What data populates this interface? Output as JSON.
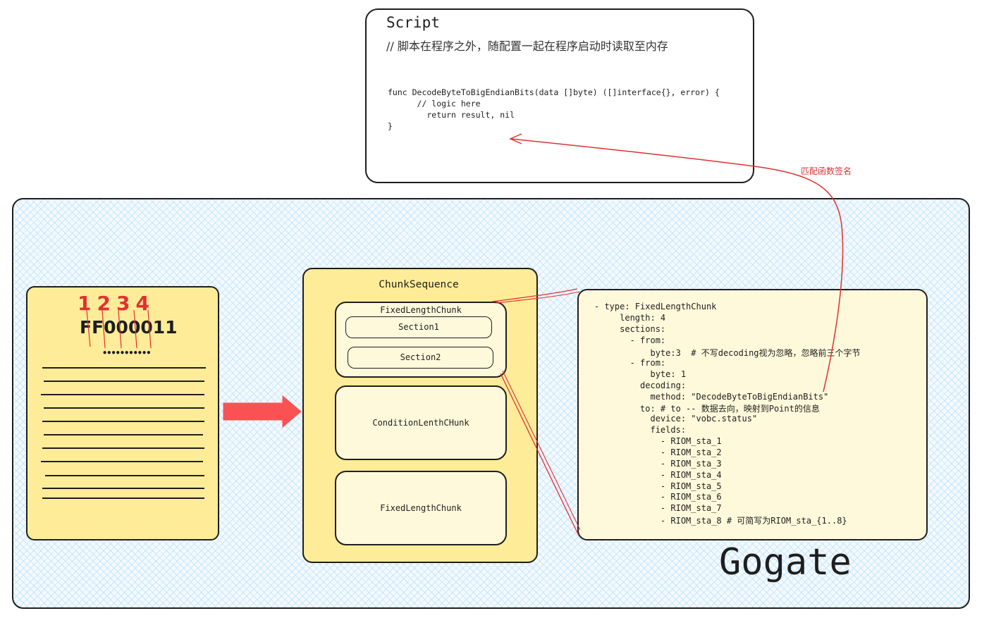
{
  "script": {
    "title": "Script",
    "comment": "// 脚本在程序之外，随配置一起在程序启动时读取至内存",
    "code": [
      "func DecodeByteToBigEndianBits(data []byte) ([]interface{}, error) {",
      "      // logic here",
      "        return result, nil",
      "}"
    ]
  },
  "connector_label": "匹配函数签名",
  "gogate": {
    "label": "Gogate"
  },
  "document": {
    "numbers": "1234",
    "hex": "FF000011",
    "dots": "•••••••••••"
  },
  "chunk_sequence": {
    "title": "ChunkSequence",
    "chunks": [
      {
        "label": "FixedLengthChunk",
        "sections": [
          "Section1",
          "Section2"
        ]
      },
      {
        "label": "ConditionLenthCHunk"
      },
      {
        "label": "FixedLengthChunk"
      }
    ]
  },
  "yaml_lines": [
    "- type: FixedLengthChunk",
    "     length: 4",
    "     sections:",
    "       - from:",
    "           byte:3  # 不写decoding视为忽略，忽略前三个字节",
    "       - from:",
    "           byte: 1",
    "         decoding:",
    "           method: \"DecodeByteToBigEndianBits\"",
    "         to: # to -- 数据去向，映射到Point的信息",
    "           device: \"vobc.status\"",
    "           fields:",
    "             - RIOM_sta_1",
    "             - RIOM_sta_2",
    "             - RIOM_sta_3",
    "             - RIOM_sta_4",
    "             - RIOM_sta_5",
    "             - RIOM_sta_6",
    "             - RIOM_sta_7",
    "             - RIOM_sta_8 # 可简写为RIOM_sta_{1..8}"
  ],
  "colors": {
    "accent_red": "#e03131",
    "arrow_fill": "#fa5252",
    "yellow": "#ffec99",
    "light_yellow": "#fff9db",
    "hatch_blue": "#a5d8ff"
  }
}
